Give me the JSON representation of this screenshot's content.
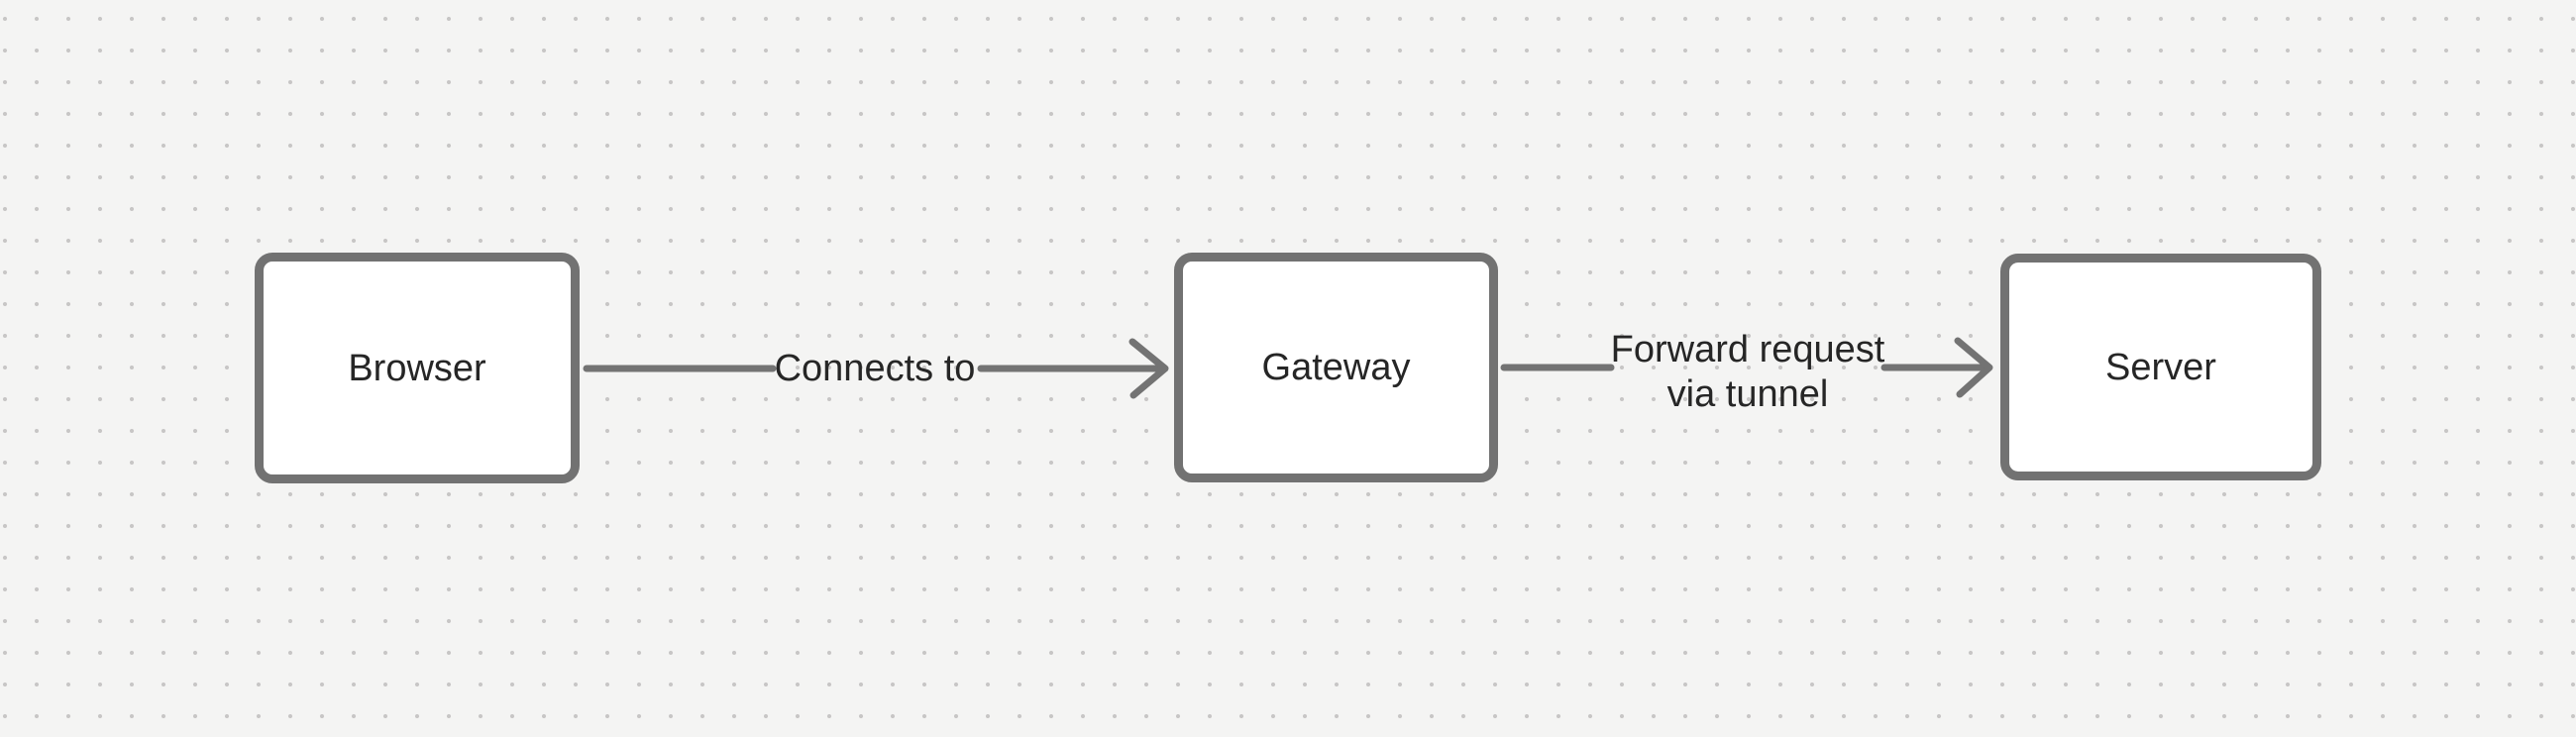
{
  "canvas": {
    "background_color": "#f4f4f3",
    "dot_grid_color": "#c7c6c5",
    "stroke_color": "#727272",
    "node_fill_color": "#ffffff",
    "text_color": "#262626"
  },
  "nodes": [
    {
      "id": "browser",
      "label": "Browser"
    },
    {
      "id": "gateway",
      "label": "Gateway"
    },
    {
      "id": "server",
      "label": "Server"
    }
  ],
  "connectors": [
    {
      "id": "browser-to-gateway",
      "from": "Browser",
      "to": "Gateway",
      "label": "Connects to",
      "arrowhead": "chevron-right"
    },
    {
      "id": "gateway-to-server",
      "from": "Gateway",
      "to": "Server",
      "label": "Forward request via tunnel",
      "arrowhead": "chevron-right"
    }
  ]
}
